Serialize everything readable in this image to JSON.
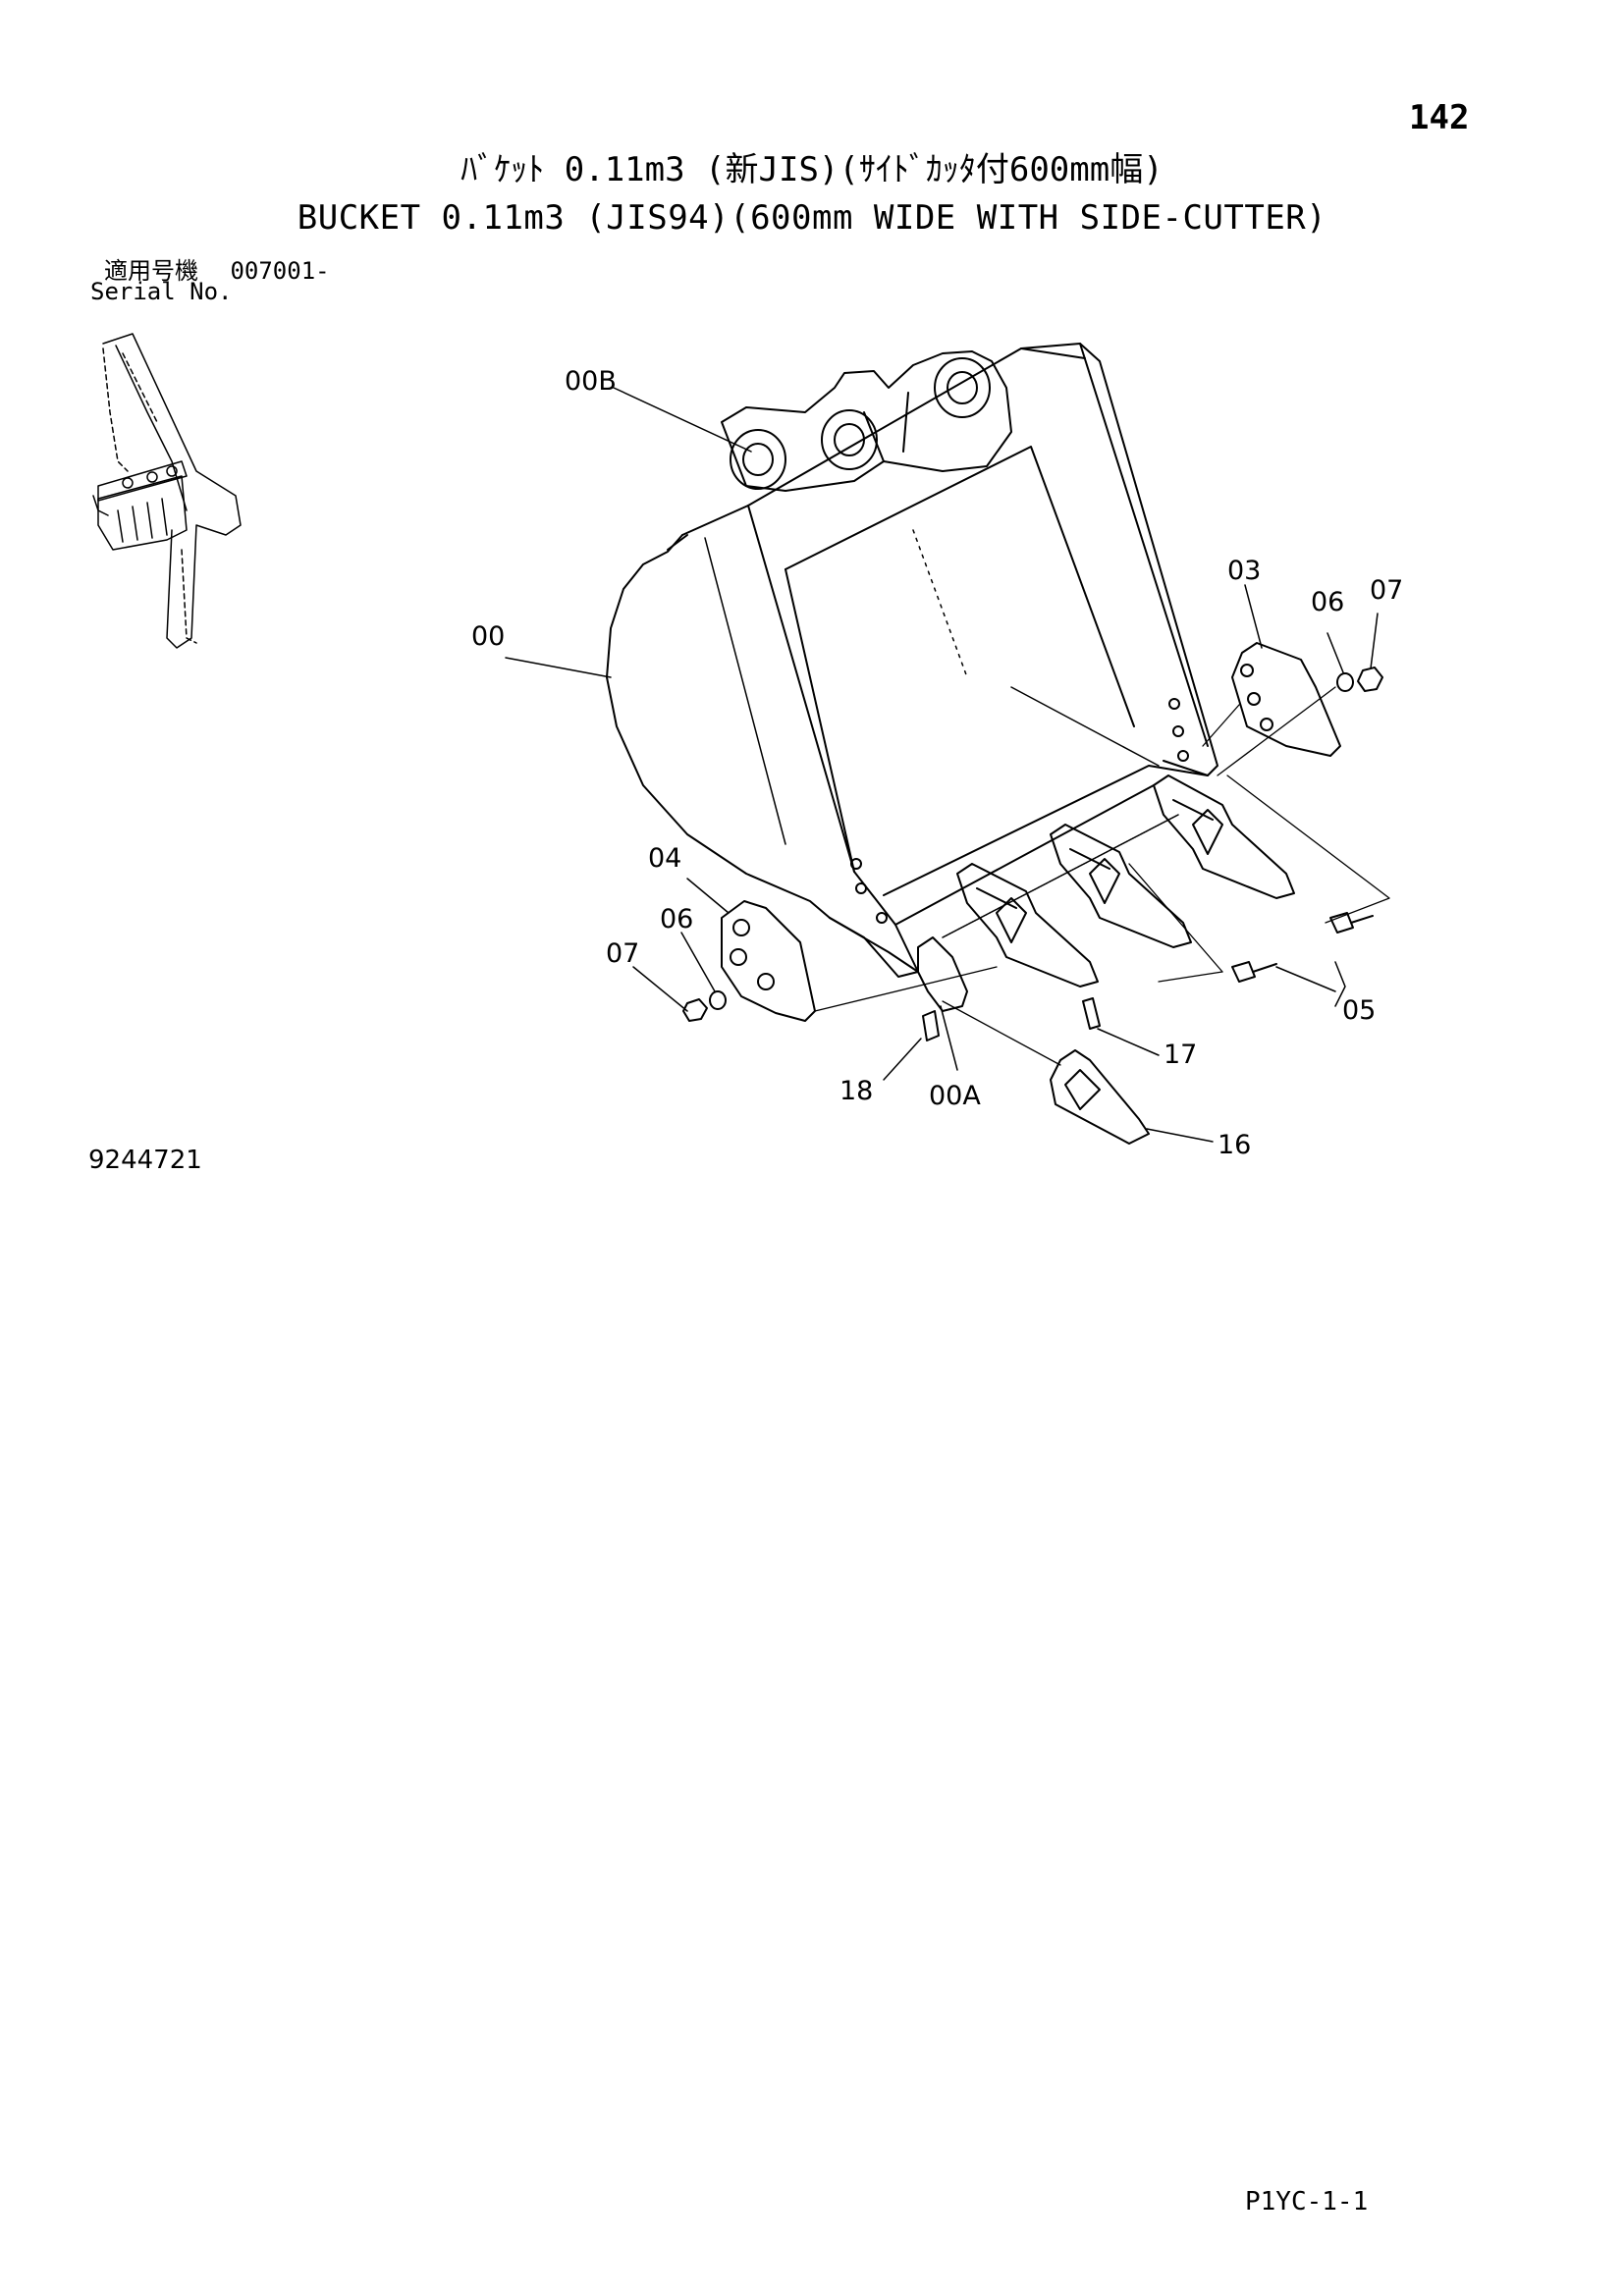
{
  "page_number": "142",
  "title": {
    "japanese": "ﾊﾞｹｯﾄ 0.11m3 (新JIS)(ｻｲﾄﾞｶｯﾀ付600mm幅)",
    "english": "BUCKET 0.11m3 (JIS94)(600mm WIDE WITH SIDE-CUTTER)"
  },
  "serial": {
    "label_jp": "適用号機",
    "value": "007001-",
    "label_en": "Serial No."
  },
  "drawing_number": "9244721",
  "footer_code": "P1YC-1-1",
  "callouts": {
    "c00B": "00B",
    "c00": "00",
    "c03": "03",
    "c06a": "06",
    "c07a": "07",
    "c04": "04",
    "c06b": "06",
    "c07b": "07",
    "c05": "05",
    "c17": "17",
    "c18": "18",
    "c00A": "00A",
    "c16": "16"
  }
}
